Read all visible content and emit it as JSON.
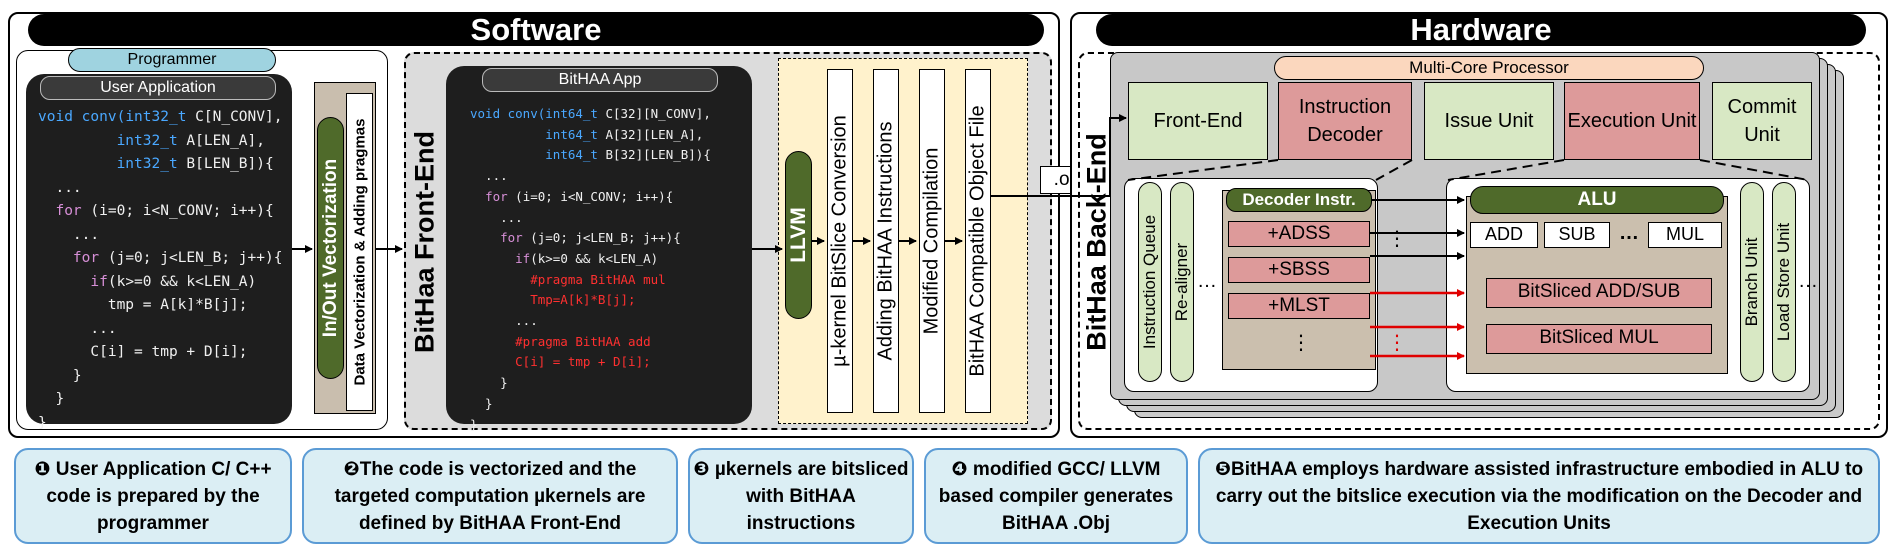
{
  "software": {
    "banner": "Software",
    "programmer_label": "Programmer",
    "user_app_label": "User Application",
    "user_code": [
      [
        [
          "void conv(",
          "blue"
        ],
        [
          "int32_t ",
          "blue"
        ],
        [
          "C[N_CONV],",
          "white"
        ]
      ],
      [
        [
          "         ",
          "white"
        ],
        [
          "int32_t ",
          "blue"
        ],
        [
          "A[LEN_A],",
          "white"
        ]
      ],
      [
        [
          "         ",
          "white"
        ],
        [
          "int32_t ",
          "blue"
        ],
        [
          "B[LEN_B]){",
          "white"
        ]
      ],
      [
        [
          "  ...",
          "white"
        ]
      ],
      [
        [
          "  ",
          "white"
        ],
        [
          "for",
          "pink"
        ],
        [
          " (i=0; i<N_CONV; i++){",
          "white"
        ]
      ],
      [
        [
          "    ...",
          "white"
        ]
      ],
      [
        [
          "    ",
          "white"
        ],
        [
          "for",
          "pink"
        ],
        [
          " (j=0; j<LEN_B; j++){",
          "white"
        ]
      ],
      [
        [
          "      ",
          "white"
        ],
        [
          "if",
          "pink"
        ],
        [
          "(k>=0 && k<LEN_A)",
          "white"
        ]
      ],
      [
        [
          "        tmp = A[k]*B[j];",
          "white"
        ]
      ],
      [
        [
          "      ...",
          "white"
        ]
      ],
      [
        [
          "      C[i] = tmp + D[i];",
          "white"
        ]
      ],
      [
        [
          "    }",
          "white"
        ]
      ],
      [
        [
          "  }",
          "white"
        ]
      ],
      [
        [
          "}",
          "white"
        ]
      ]
    ],
    "vectorization_label": "In/Out Vectorization",
    "pragmas_label": "Data Vectorization & Adding pragmas",
    "frontend_label": "BitHaa Front-End",
    "bithaa_app_label": "BitHAA App",
    "bithaa_code": [
      [
        [
          "void conv(",
          "blue"
        ],
        [
          "int64_t ",
          "blue"
        ],
        [
          "C[32][N_CONV],",
          "white"
        ]
      ],
      [
        [
          "          ",
          "white"
        ],
        [
          "int64_t ",
          "blue"
        ],
        [
          "A[32][LEN_A],",
          "white"
        ]
      ],
      [
        [
          "          ",
          "white"
        ],
        [
          "int64_t ",
          "blue"
        ],
        [
          "B[32][LEN_B]){",
          "white"
        ]
      ],
      [
        [
          "  ...",
          "white"
        ]
      ],
      [
        [
          "  ",
          "white"
        ],
        [
          "for",
          "pink"
        ],
        [
          " (i=0; i<N_CONV; i++){",
          "white"
        ]
      ],
      [
        [
          "    ...",
          "white"
        ]
      ],
      [
        [
          "    ",
          "white"
        ],
        [
          "for",
          "pink"
        ],
        [
          " (j=0; j<LEN_B; j++){",
          "white"
        ]
      ],
      [
        [
          "      ",
          "white"
        ],
        [
          "if",
          "pink"
        ],
        [
          "(k>=0 && k<LEN_A)",
          "white"
        ]
      ],
      [
        [
          "        #pragma BitHAA mul",
          "red"
        ]
      ],
      [
        [
          "        Tmp=A[k]*B[j];",
          "red"
        ]
      ],
      [
        [
          "      ...",
          "white"
        ]
      ],
      [
        [
          "      #pragma BitHAA add",
          "red"
        ]
      ],
      [
        [
          "      C[i] = tmp + D[i];",
          "red"
        ]
      ],
      [
        [
          "    }",
          "white"
        ]
      ],
      [
        [
          "  }",
          "white"
        ]
      ],
      [
        [
          "}",
          "white"
        ]
      ]
    ],
    "llvm_label": "LLVM",
    "steps": [
      "µ-kernel BitSlice Conversion",
      "Adding BitHAA Instructions",
      "Modified Compilation",
      "BitHAA Compatible Object File"
    ],
    "obj_label": ".obj"
  },
  "hardware": {
    "banner": "Hardware",
    "backend_label": "BitHaa Back-End",
    "mcp_label": "Multi-Core Processor",
    "units": [
      {
        "label": "Front-End",
        "color": "green"
      },
      {
        "label": "Instruction Decoder",
        "color": "red"
      },
      {
        "label": "Issue Unit",
        "color": "green"
      },
      {
        "label": "Execution Unit",
        "color": "red"
      },
      {
        "label": "Commit Unit",
        "color": "green"
      }
    ],
    "instruction_queue_label": "Instruction Queue",
    "realigner_label": "Re-aligner",
    "ellipsis": "…",
    "vdots": "⋮",
    "decoder_title": "Decoder Instr.",
    "decoder_items": [
      "+ADSS",
      "+SBSS",
      "+MLST"
    ],
    "alu_title": "ALU",
    "alu_ops": [
      "ADD",
      "SUB",
      "MUL"
    ],
    "bitsliced_addsub": "BitSliced ADD/SUB",
    "bitsliced_mul": "BitSliced MUL",
    "branch_unit_label": "Branch Unit",
    "load_store_label": "Load Store Unit"
  },
  "captions": [
    {
      "num": "❶",
      "text": " User Application C/ C++ code is prepared by the programmer"
    },
    {
      "num": "❷",
      "text": "The code is vectorized and the targeted computation µkernels are defined by BitHAA Front-End"
    },
    {
      "num": "❸",
      "text": "  µkernels are bitsliced with BitHAA instructions"
    },
    {
      "num": "❹",
      "text": " modified GCC/ LLVM based compiler generates BitHAA .Obj"
    },
    {
      "num": "❺",
      "text": "BitHAA employs hardware assisted infrastructure embodied in ALU to carry out the bitslice execution via the modification on the Decoder and Execution Units"
    }
  ]
}
